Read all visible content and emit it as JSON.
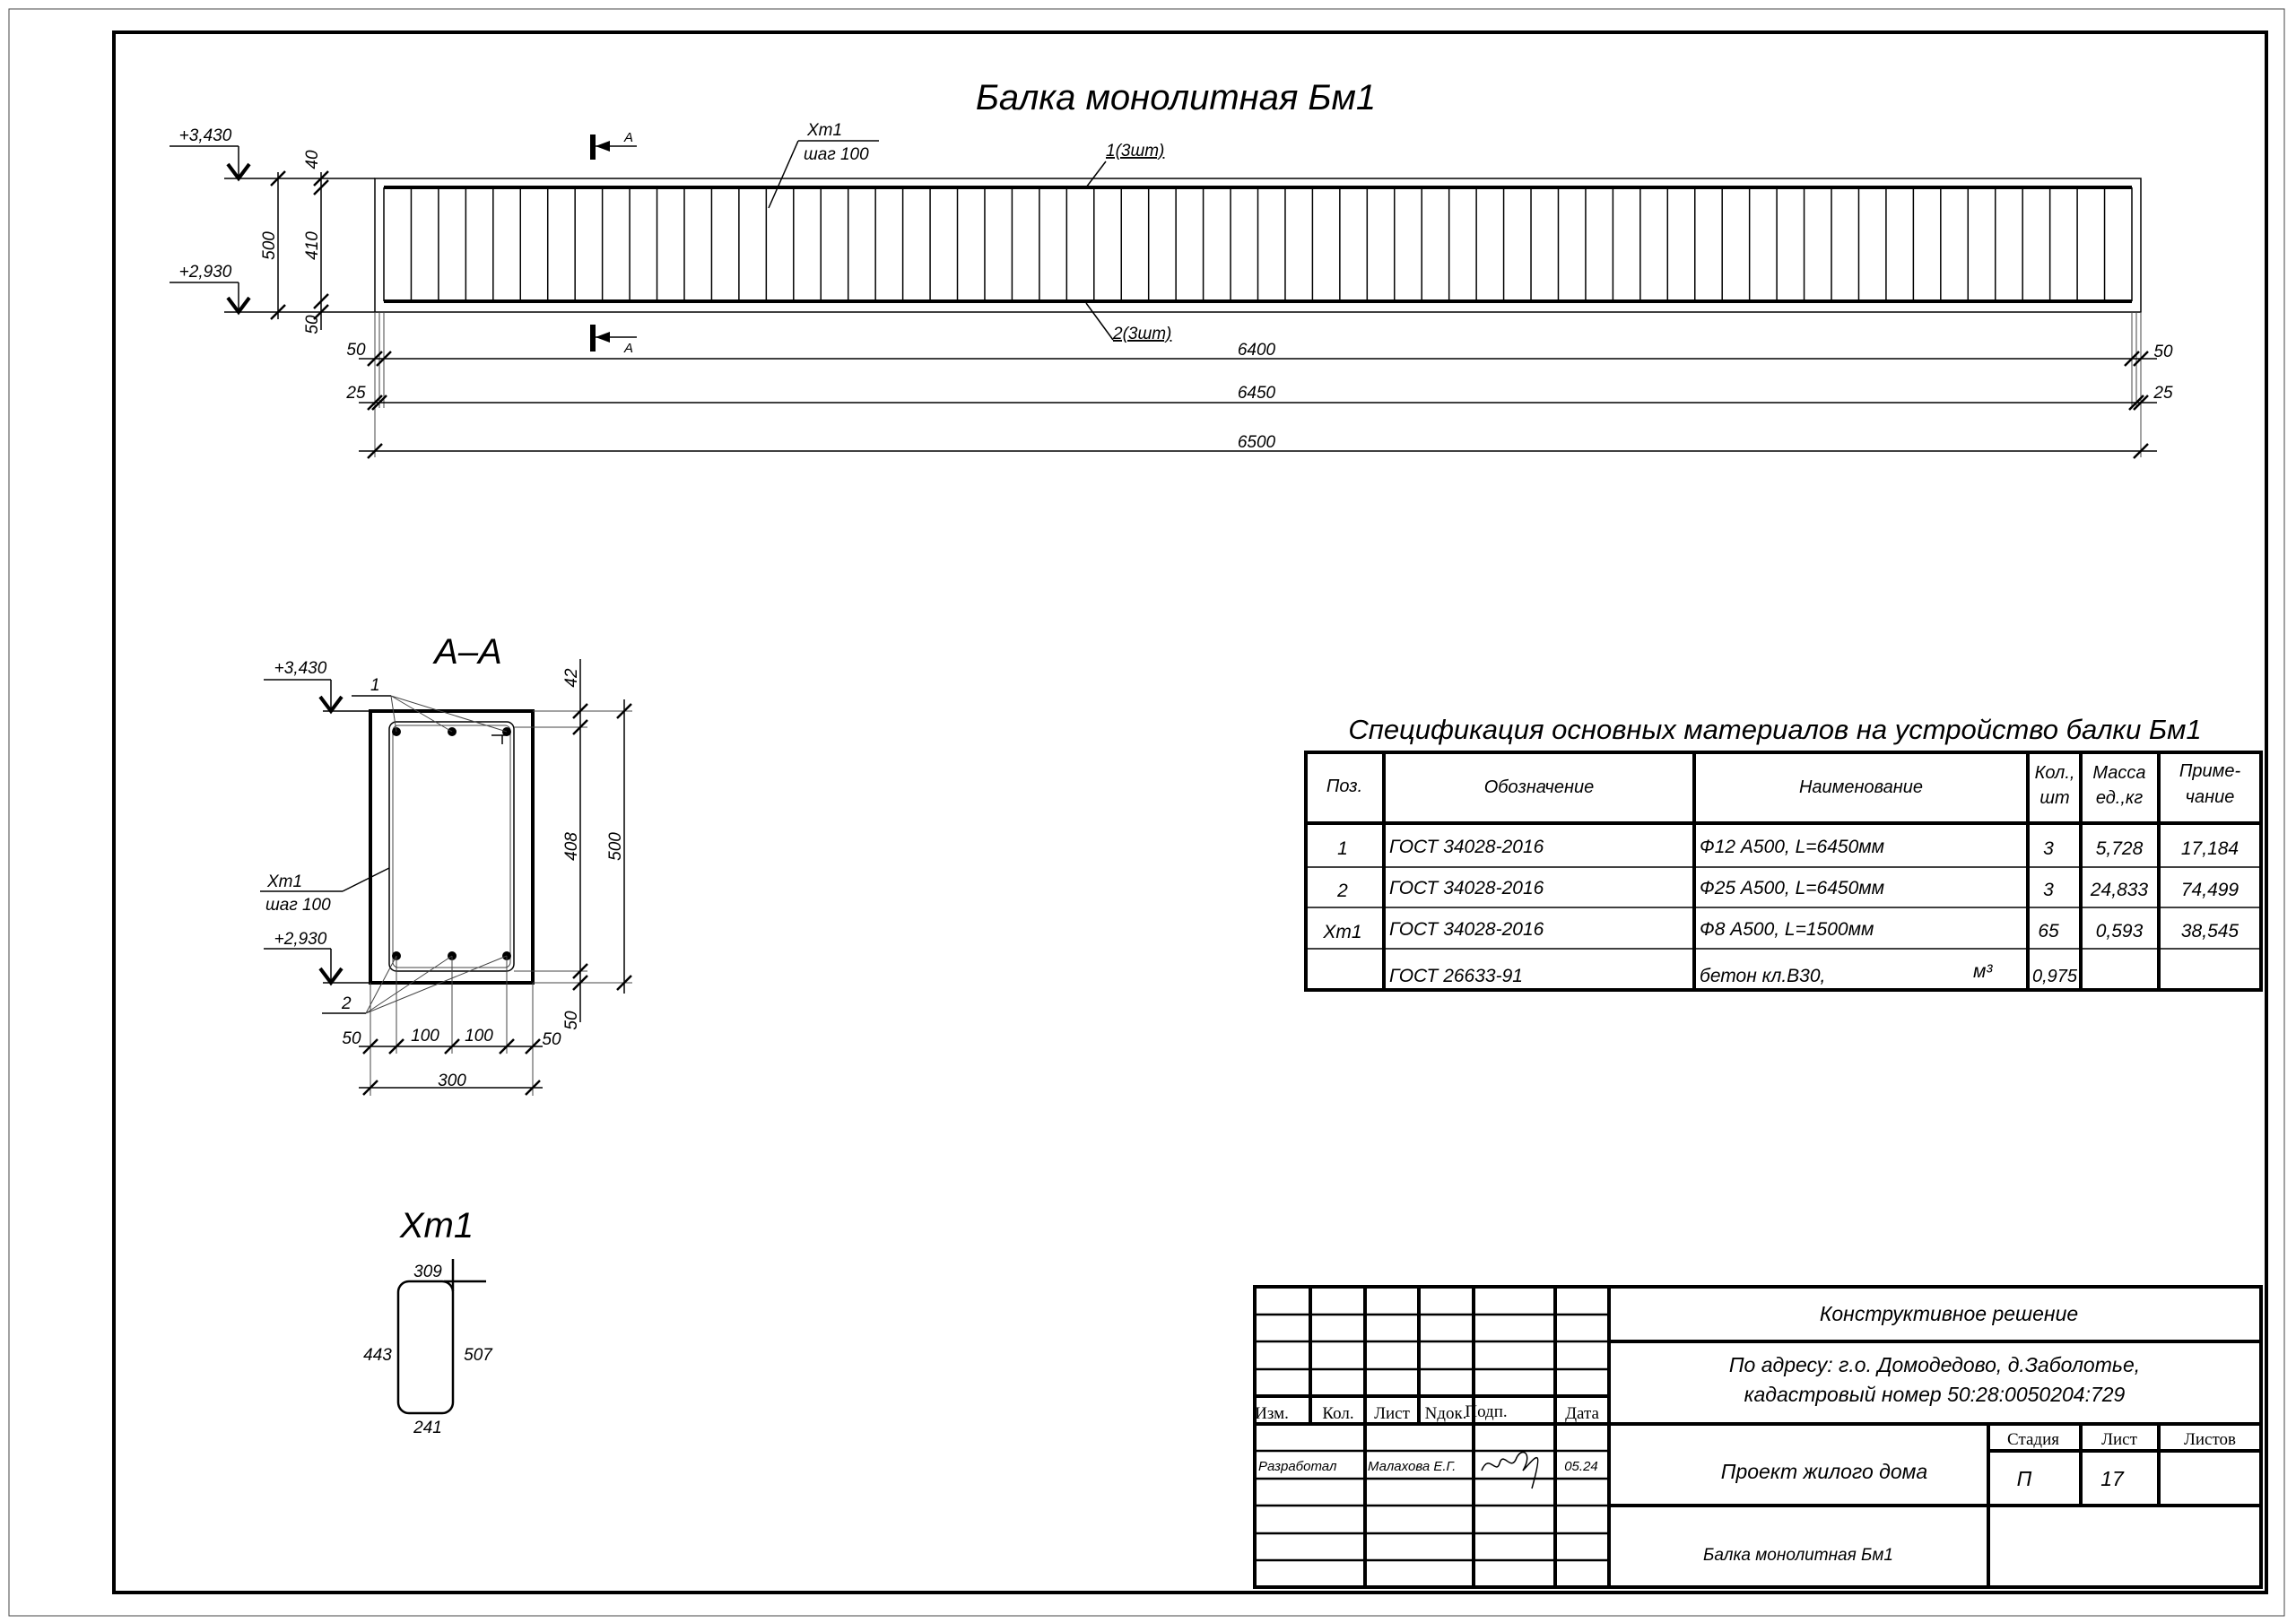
{
  "drawing": {
    "title": "Балка монолитная Бм1",
    "elevation": {
      "level_top": "+3,430",
      "level_bottom": "+2,930",
      "dim_height": "500",
      "dim_top_cover": "40",
      "dim_inner": "410",
      "dim_bottom_cover": "50",
      "section_mark": "A",
      "stirrup_label": "Хт1",
      "stirrup_step": "шаг 100",
      "stirrup_count": 65,
      "top_bar_label": "1(3шт)",
      "bottom_bar_label": "2(3шт)",
      "dim_left_50": "50",
      "dim_left_25": "25",
      "dim_right_50": "50",
      "dim_right_25": "25",
      "dim_6400": "6400",
      "dim_6450": "6450",
      "dim_6500": "6500"
    },
    "section": {
      "title": "А–А",
      "level_top": "+3,430",
      "level_bottom": "+2,930",
      "bar1_label": "1",
      "bar2_label": "2",
      "stirrup_label": "Хт1",
      "stirrup_step": "шаг 100",
      "dim_42": "42",
      "dim_408": "408",
      "dim_50v": "50",
      "dim_500": "500",
      "dim_b1": "50",
      "dim_b2": "100",
      "dim_b3": "100",
      "dim_b4": "50",
      "dim_300": "300"
    },
    "stirrup_detail": {
      "title": "Хт1",
      "hook": "309",
      "left": "443",
      "right": "507",
      "bottom": "241"
    }
  },
  "spec": {
    "title": "Спецификация основных материалов на устройство балки Бм1",
    "headers": [
      "Поз.",
      "Обозначение",
      "Наименование",
      "Кол.,",
      "шт",
      "Масса",
      "ед.,кг",
      "Приме-",
      "чание"
    ],
    "rows": [
      {
        "pos": "1",
        "code": "ГОСТ 34028-2016",
        "name": "Ф12 А500, L=6450мм",
        "unit": "",
        "qty": "3",
        "mass": "5,728",
        "note": "17,184"
      },
      {
        "pos": "2",
        "code": "ГОСТ 34028-2016",
        "name": "Ф25 А500, L=6450мм",
        "unit": "",
        "qty": "3",
        "mass": "24,833",
        "note": "74,499"
      },
      {
        "pos": "Хт1",
        "code": "ГОСТ 34028-2016",
        "name": "Ф8 А500, L=1500мм",
        "unit": "",
        "qty": "65",
        "mass": "0,593",
        "note": "38,545"
      },
      {
        "pos": "",
        "code": "ГОСТ 26633-91",
        "name": "бетон кл.В30,",
        "unit": "м³",
        "qty": "0,975",
        "mass": "",
        "note": ""
      }
    ]
  },
  "title_block": {
    "headers": [
      "Изм.",
      "Кол.",
      "Лист",
      "Nдок.",
      "Подп.",
      "Дата"
    ],
    "developed_label": "Разработал",
    "developer": "Малахова Е.Г.",
    "date": "05.24",
    "section_name": "Конструктивное решение",
    "address_line1": "По адресу: г.о. Домодедово, д.Заболотье,",
    "address_line2": "кадастровый номер 50:28:0050204:729",
    "project": "Проект жилого дома",
    "sheet_name": "Балка монолитная Бм1",
    "stage_label": "Стадия",
    "sheet_label": "Лист",
    "sheets_label": "Листов",
    "stage": "П",
    "sheet": "17",
    "sheets": ""
  }
}
